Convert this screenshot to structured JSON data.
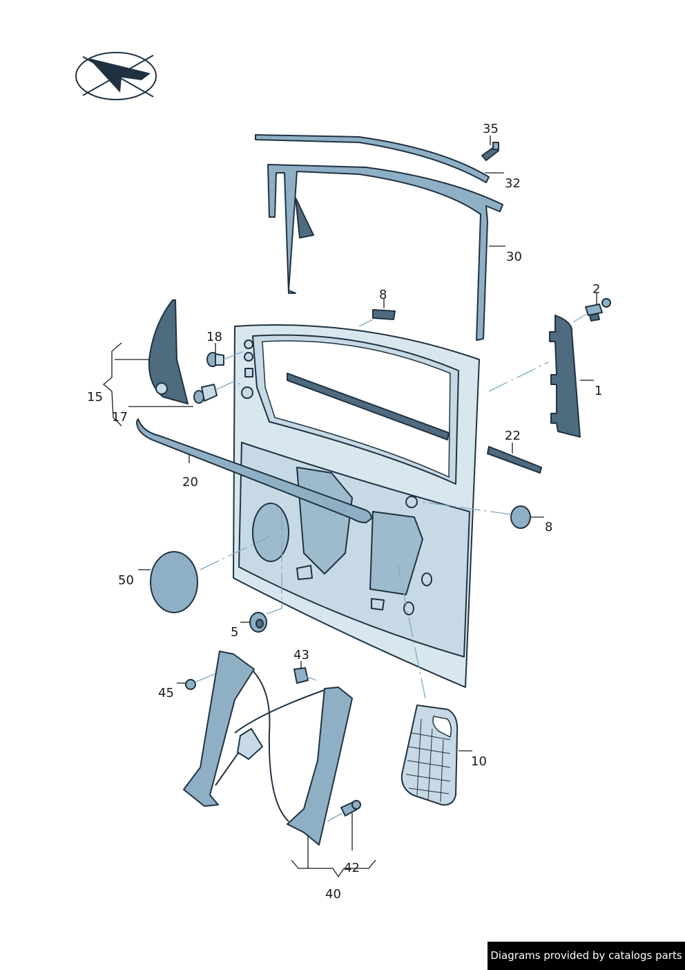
{
  "callouts": [
    {
      "id": "c35",
      "text": "35"
    },
    {
      "id": "c32",
      "text": "32"
    },
    {
      "id": "c30",
      "text": "30"
    },
    {
      "id": "c8a",
      "text": "8"
    },
    {
      "id": "c2",
      "text": "2"
    },
    {
      "id": "c18",
      "text": "18"
    },
    {
      "id": "c1",
      "text": "1"
    },
    {
      "id": "c15",
      "text": "15"
    },
    {
      "id": "c17",
      "text": "17"
    },
    {
      "id": "c22",
      "text": "22"
    },
    {
      "id": "c20",
      "text": "20"
    },
    {
      "id": "c8b",
      "text": "8"
    },
    {
      "id": "c50",
      "text": "50"
    },
    {
      "id": "c5",
      "text": "5"
    },
    {
      "id": "c43",
      "text": "43"
    },
    {
      "id": "c45",
      "text": "45"
    },
    {
      "id": "c10",
      "text": "10"
    },
    {
      "id": "c42",
      "text": "42"
    },
    {
      "id": "c40",
      "text": "40"
    }
  ],
  "footer": {
    "text": "Diagrams provided by catalogs parts"
  }
}
